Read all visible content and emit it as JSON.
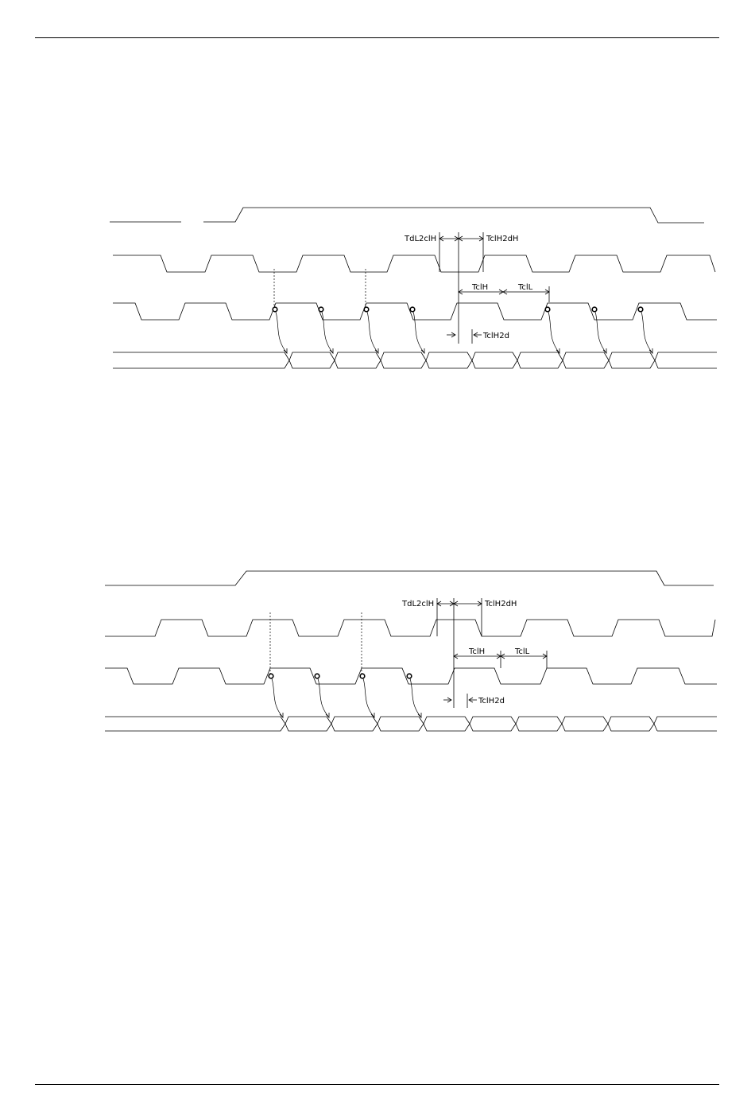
{
  "header": {},
  "footer": {},
  "diagrams": [
    {
      "labels": {
        "tdl2clh": "TdL2clH",
        "tclh2dh": "TclH2dH",
        "tclh": "TclH",
        "tcll": "TclL",
        "tclh2d": "TclH2d"
      }
    },
    {
      "labels": {
        "tdl2clh": "TdL2clH",
        "tclh2dh": "TclH2dH",
        "tclh": "TclH",
        "tcll": "TclL",
        "tclh2d": "TclH2d"
      }
    }
  ]
}
